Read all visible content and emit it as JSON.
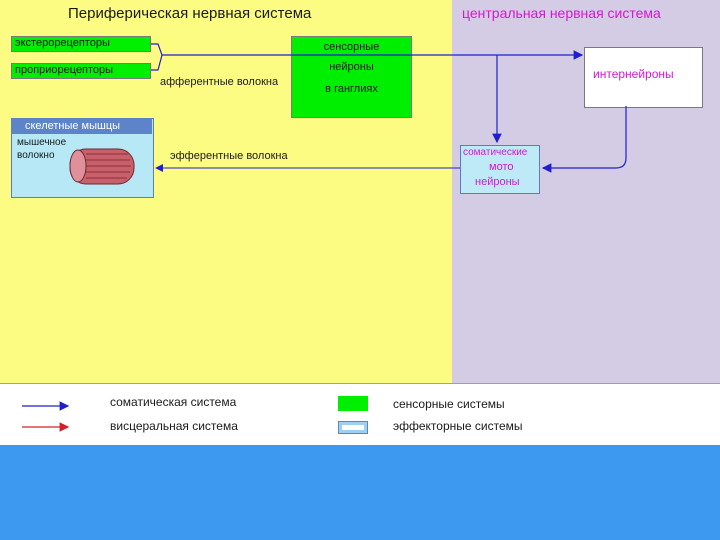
{
  "peripheral": {
    "title": "Периферическая нервная система",
    "exteroreceptors": "экстерорецепторы",
    "proprioceptors": "проприорецепторы",
    "afferent_label": "афферентные волокна",
    "sensory_neurons": [
      "сенсорные",
      "нейроны",
      "в ганглиях"
    ],
    "muscle_header": "скелетные мышцы",
    "muscle_fiber": [
      "мышечное",
      "волокно"
    ],
    "efferent_label": "эфферентные волокна"
  },
  "central": {
    "title": "центральная нервная система",
    "interneurons": "интернейроны",
    "motor_neurons": [
      "соматические",
      "мото",
      "нейроны"
    ]
  },
  "legend": {
    "somatic": "соматическая система",
    "visceral": "висцеральная система",
    "sensory": "сенсорные системы",
    "effector": "эффекторные системы"
  },
  "colors": {
    "peripheral_bg": "#fdfc82",
    "central_bg": "#d4cce5",
    "sensory_green": "#00ee00",
    "somatic_arrow": "#1f1fcf",
    "visceral_arrow": "#d0202a",
    "bottom_band": "#3d98f0"
  }
}
